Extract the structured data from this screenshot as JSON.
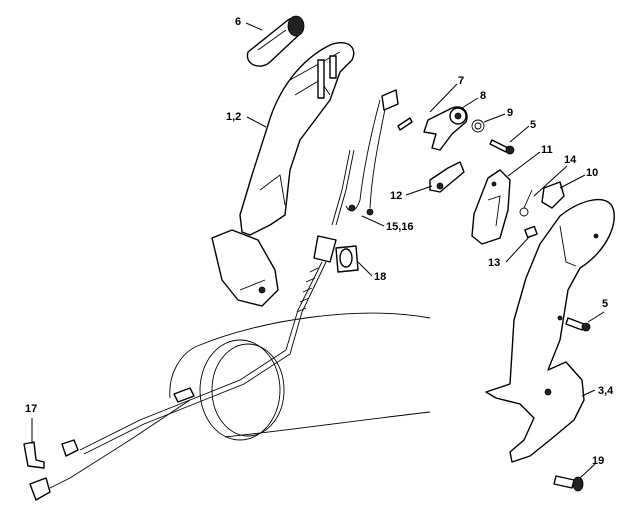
{
  "diagram": {
    "callouts": [
      {
        "id": "6",
        "text": "6"
      },
      {
        "id": "1-2",
        "text": "1,2"
      },
      {
        "id": "7",
        "text": "7"
      },
      {
        "id": "8",
        "text": "8"
      },
      {
        "id": "9",
        "text": "9"
      },
      {
        "id": "5a",
        "text": "5"
      },
      {
        "id": "11",
        "text": "11"
      },
      {
        "id": "14",
        "text": "14"
      },
      {
        "id": "10",
        "text": "10"
      },
      {
        "id": "12",
        "text": "12"
      },
      {
        "id": "15-16",
        "text": "15,16"
      },
      {
        "id": "13",
        "text": "13"
      },
      {
        "id": "18",
        "text": "18"
      },
      {
        "id": "5b",
        "text": "5"
      },
      {
        "id": "3-4",
        "text": "3,4"
      },
      {
        "id": "17",
        "text": "17"
      },
      {
        "id": "19",
        "text": "19"
      }
    ]
  }
}
